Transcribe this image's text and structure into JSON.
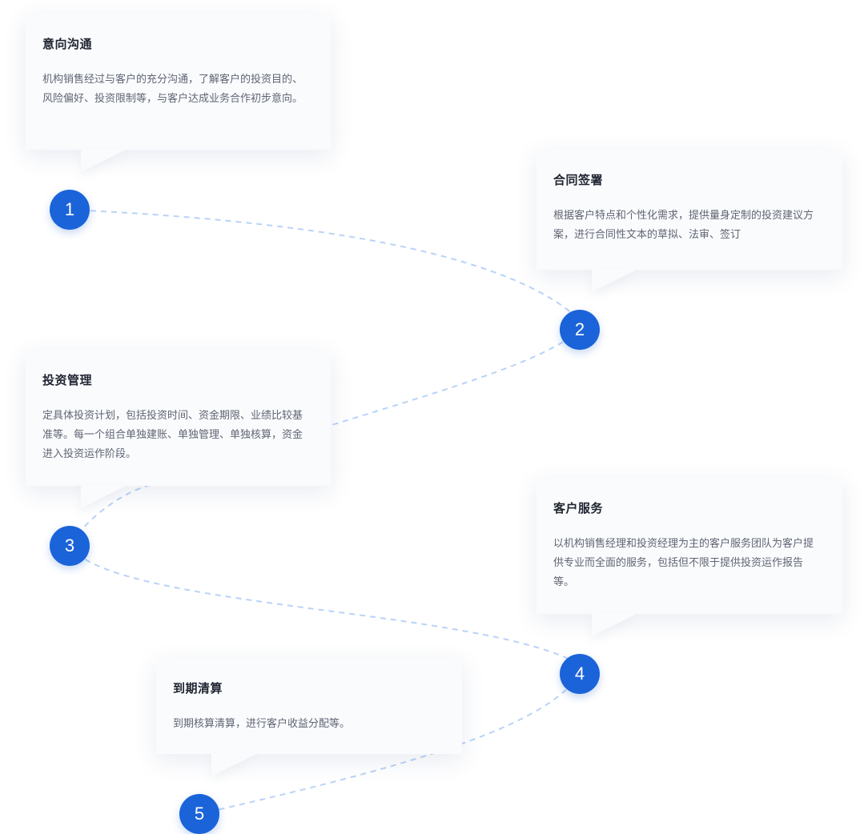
{
  "steps": [
    {
      "number": "1",
      "title": "意向沟通",
      "description": "机构销售经过与客户的充分沟通，了解客户的投资目的、风险偏好、投资限制等，与客户达成业务合作初步意向。"
    },
    {
      "number": "2",
      "title": "合同签署",
      "description": "根据客户特点和个性化需求，提供量身定制的投资建议方案，进行合同性文本的草拟、法审、签订"
    },
    {
      "number": "3",
      "title": "投资管理",
      "description": "定具体投资计划，包括投资时间、资金期限、业绩比较基准等。每一个组合单独建账、单独管理、单独核算，资金进入投资运作阶段。"
    },
    {
      "number": "4",
      "title": "客户服务",
      "description": "以机构销售经理和投资经理为主的客户服务团队为客户提供专业而全面的服务，包括但不限于提供投资运作报告等。"
    },
    {
      "number": "5",
      "title": "到期清算",
      "description": "到期核算清算，进行客户收益分配等。"
    }
  ],
  "colors": {
    "node_fill": "#1b63d9",
    "path_dash": "#b9d3f7",
    "card_background": "#fafbfd"
  }
}
